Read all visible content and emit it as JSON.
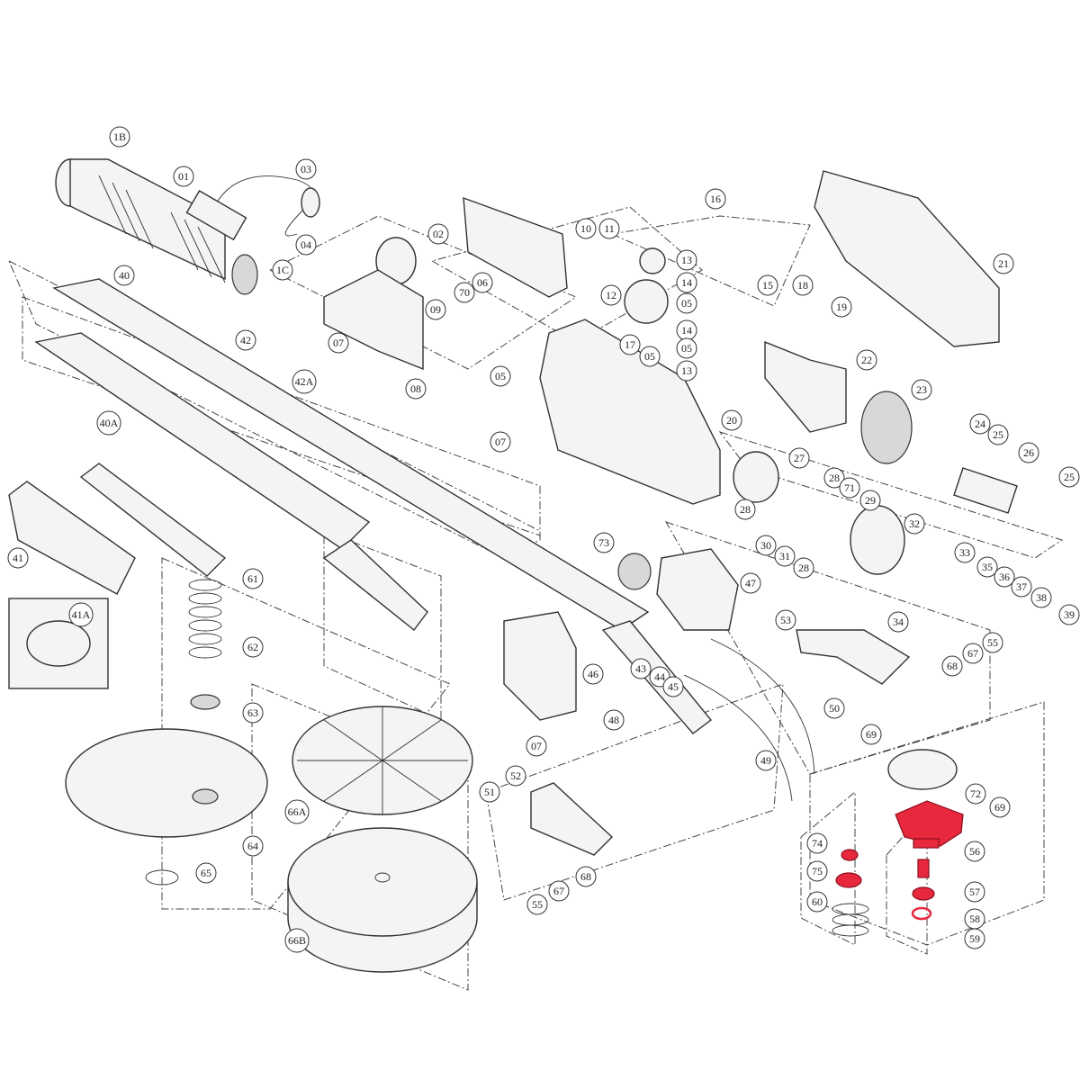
{
  "title": "Drywall sander exploded parts diagram",
  "highlight_color": "#e8283c",
  "highlighted_parts": [
    "56",
    "57",
    "58",
    "59",
    "74",
    "75"
  ],
  "callouts": [
    "1B",
    "01",
    "03",
    "04",
    "02",
    "1C",
    "10",
    "11",
    "16",
    "21",
    "40",
    "70",
    "06",
    "13",
    "14",
    "05",
    "15",
    "18",
    "19",
    "12",
    "09",
    "07",
    "42",
    "08",
    "17",
    "05",
    "14",
    "05",
    "13",
    "22",
    "42A",
    "05",
    "23",
    "20",
    "40A",
    "07",
    "24",
    "25",
    "26",
    "27",
    "28",
    "71",
    "29",
    "25",
    "28",
    "30",
    "31",
    "28",
    "32",
    "33",
    "73",
    "41",
    "61",
    "35",
    "36",
    "37",
    "47",
    "38",
    "41A",
    "39",
    "34",
    "53",
    "55",
    "67",
    "68",
    "62",
    "46",
    "43",
    "44",
    "45",
    "63",
    "50",
    "48",
    "07",
    "69",
    "49",
    "72",
    "51",
    "52",
    "66A",
    "69",
    "64",
    "56",
    "74",
    "75",
    "68",
    "57",
    "65",
    "67",
    "55",
    "60",
    "58",
    "59",
    "66B"
  ]
}
